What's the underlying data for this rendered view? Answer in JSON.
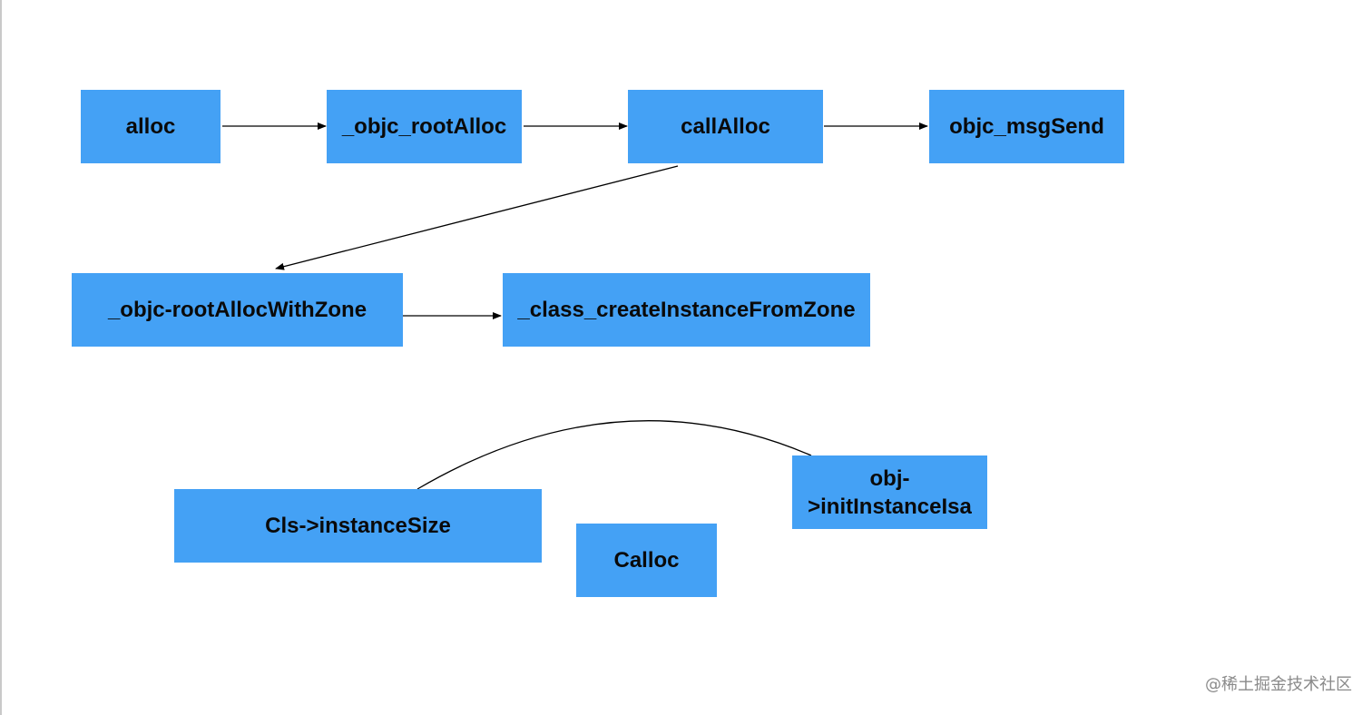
{
  "nodes": {
    "alloc": "alloc",
    "objc_rootAlloc": "_objc_rootAlloc",
    "callAlloc": "callAlloc",
    "objc_msgSend": "objc_msgSend",
    "objc_rootAllocWithZone": "_objc-rootAllocWithZone",
    "class_createInstanceFromZone": "_class_createInstanceFromZone",
    "instanceSize": "Cls->instanceSize",
    "calloc": "Calloc",
    "initInstanceIsa_line1": "obj-",
    "initInstanceIsa_line2": ">initInstanceIsa"
  },
  "watermark": "@稀土掘金技术社区",
  "colors": {
    "node_fill": "#44a1f5",
    "node_text": "#0a0a0a",
    "edge": "#000000"
  }
}
